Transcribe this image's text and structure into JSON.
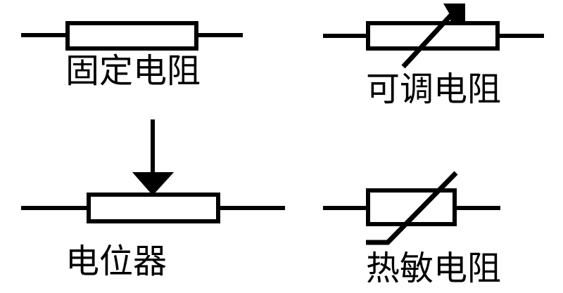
{
  "symbols": {
    "fixed_resistor": {
      "label": "固定电阻"
    },
    "adjustable_resistor": {
      "label": "可调电阻"
    },
    "potentiometer": {
      "label": "电位器"
    },
    "thermistor": {
      "label": "热敏电阻"
    }
  },
  "colors": {
    "stroke": "#000000",
    "background": "#ffffff"
  }
}
